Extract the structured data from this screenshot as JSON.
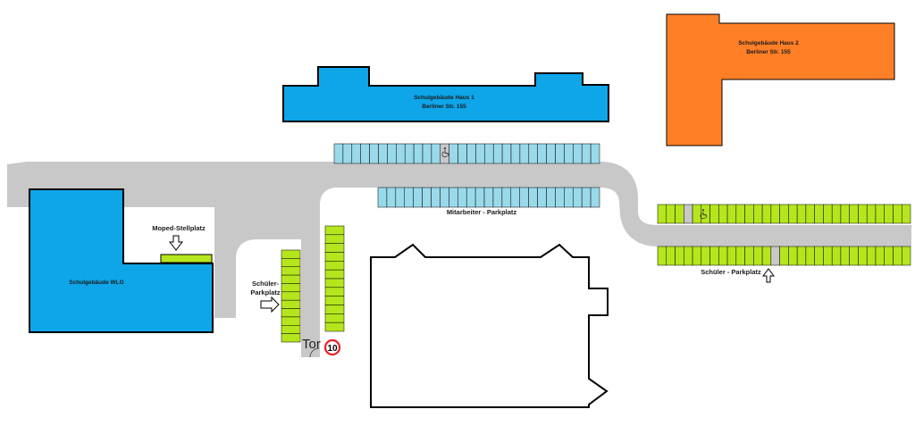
{
  "colors": {
    "road": "#c8c8c8",
    "building_blue": "#0ea5e9",
    "building_orange": "#ff7f27",
    "student_parking": "#b5e61d",
    "staff_parking": "#99d9ea",
    "outline": "#000000",
    "disabled_space": "#c8c8c8",
    "speed_sign_ring": "#ed1c24"
  },
  "buildings": {
    "haus1": {
      "line1": "Schulgebäude Haus 1",
      "line2": "Berliner Str. 155"
    },
    "haus2": {
      "line1": "Schulgebäude Haus 2",
      "line2": "Berliner Str. 155"
    },
    "wlg": {
      "label": "Schulgebäude WLG"
    }
  },
  "labels": {
    "moped": "Moped-Stellplatz",
    "staff_parking": "Mitarbeiter - Parkplatz",
    "student_parking_right": "Schüler - Parkplatz",
    "student_parking_left_1": "Schüler-",
    "student_parking_left_2": "Parkplatz",
    "gate": "Tor",
    "speed_limit": "10"
  },
  "icons": [
    "wheelchair-icon",
    "arrow-down-icon",
    "arrow-up-icon",
    "arrow-right-icon",
    "speed-limit-sign-icon"
  ]
}
